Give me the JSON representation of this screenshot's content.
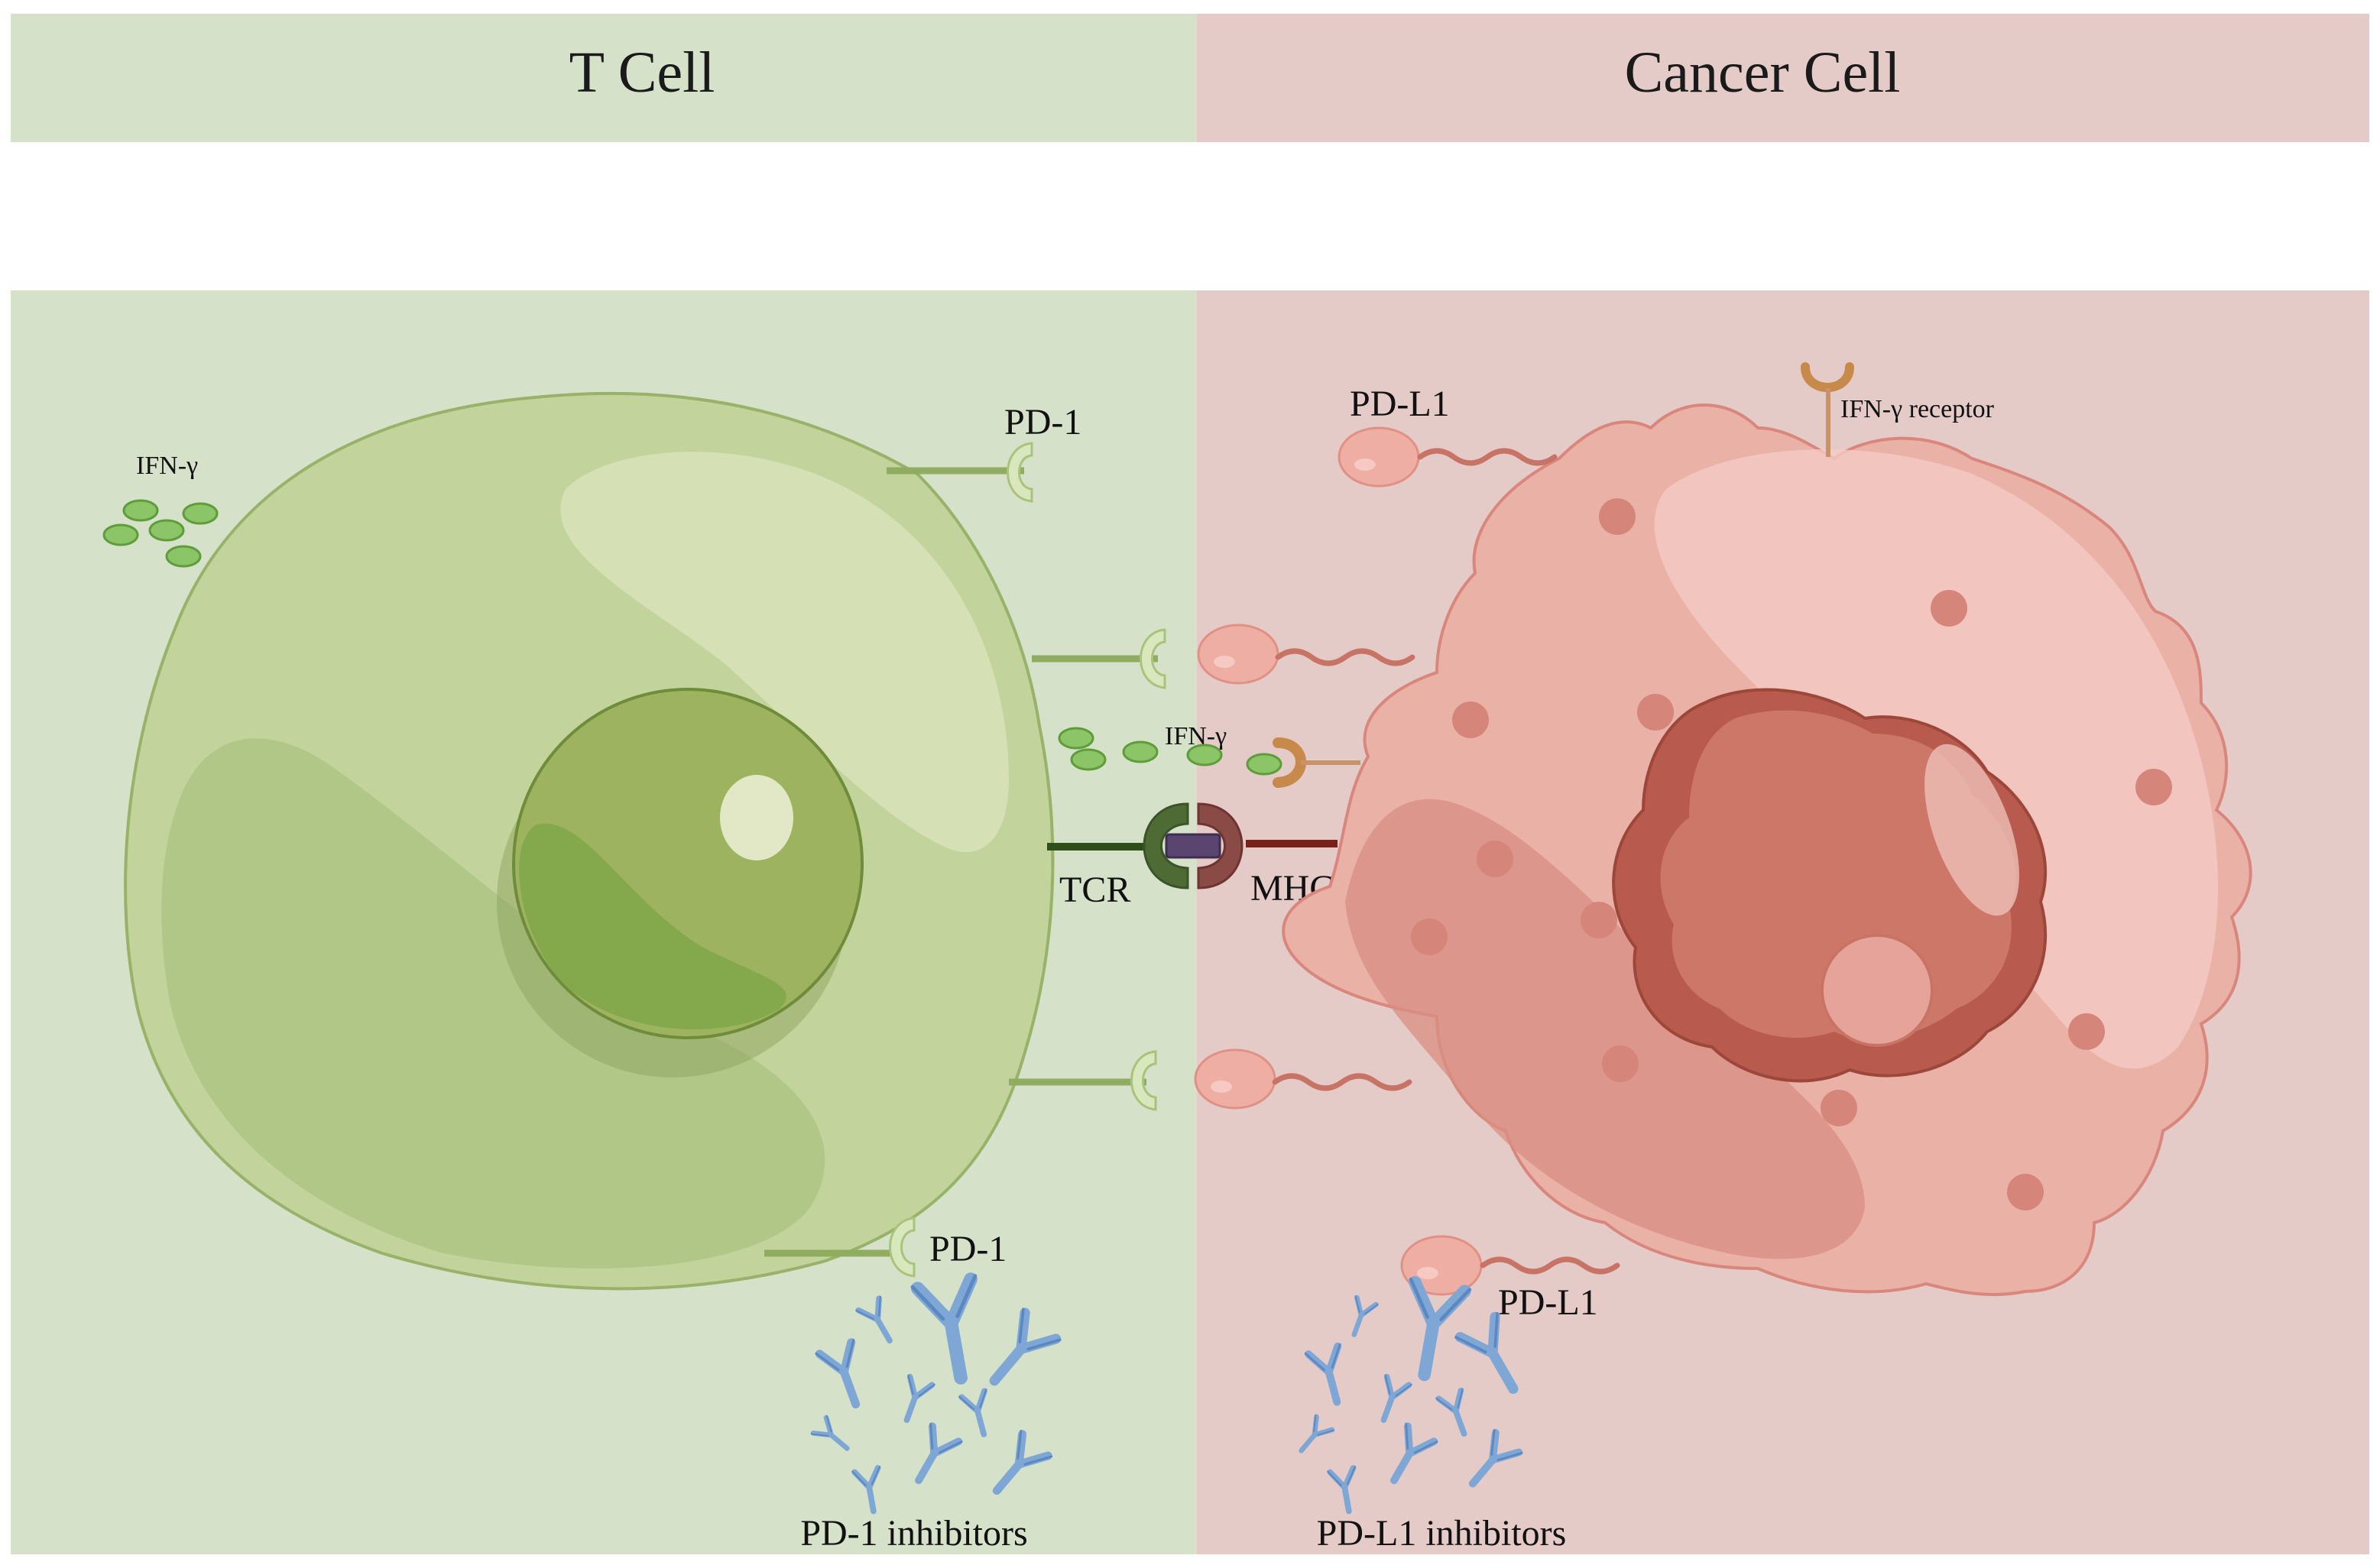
{
  "header": {
    "left_title": "T Cell",
    "right_title": "Cancer Cell"
  },
  "labels": {
    "ifn_gamma_left": "IFN-γ",
    "pd1_top": "PD-1",
    "pdl1_top": "PD-L1",
    "ifn_gamma_receptor": "IFN-γ receptor",
    "ifn_gamma_center": "IFN-γ",
    "tcr": "TCR",
    "mhc": "MHC",
    "pd1_bottom": "PD-1",
    "pdl1_bottom": "PD-L1",
    "pd1_inhibitors": "PD-1 inhibitors",
    "pdl1_inhibitors": "PD-L1 inhibitors"
  },
  "colors": {
    "tcell_panel": "#d5e2c9",
    "cancer_panel": "#e5cbc8",
    "tcell_body": "#c2d39b",
    "tcell_nucleus": "#9db35f",
    "cancer_body": "#eab1a7",
    "cancer_nucleus": "#c67163",
    "antibody": "#7ea7d6",
    "ifn_gamma": "#8cc567"
  }
}
